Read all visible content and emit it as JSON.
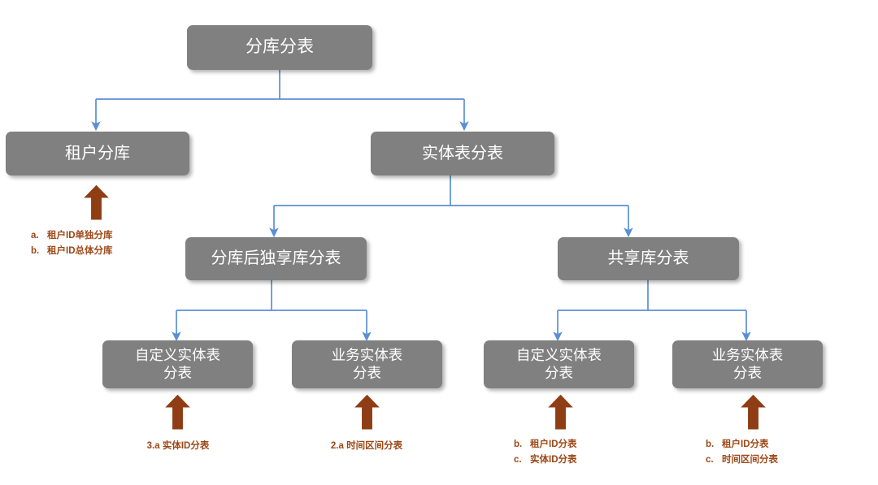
{
  "diagram": {
    "title": "分库分表",
    "colors": {
      "node_fill": "#808080",
      "node_text": "#ffffff",
      "connector": "#5B8FD4",
      "annotation": "#9C4716",
      "background": "#ffffff"
    },
    "nodes": [
      {
        "id": "root",
        "label": "分库分表",
        "level": 1
      },
      {
        "id": "tenant-db",
        "label": "租户分库",
        "level": 2
      },
      {
        "id": "entity-table",
        "label": "实体表分表",
        "level": 2
      },
      {
        "id": "dedicated-db",
        "label": "分库后独享库分表",
        "level": 3
      },
      {
        "id": "shared-db",
        "label": "共享库分表",
        "level": 3
      },
      {
        "id": "custom-left",
        "label": "自定义实体表\n分表",
        "level": 4
      },
      {
        "id": "business-left",
        "label": "业务实体表\n分表",
        "level": 4
      },
      {
        "id": "custom-right",
        "label": "自定义实体表\n分表",
        "level": 4
      },
      {
        "id": "business-right",
        "label": "业务实体表\n分表",
        "level": 4
      }
    ],
    "annotations": [
      {
        "id": "note-tenant-db",
        "target": "租户分库",
        "style": "lettered",
        "rows": [
          {
            "mark": "a.",
            "text": "租户ID单独分库"
          },
          {
            "mark": "b.",
            "text": "租户ID总体分库"
          }
        ]
      },
      {
        "id": "note-custom-left",
        "target": "自定义实体表分表",
        "style": "centered",
        "rows": [
          {
            "mark": "",
            "text": "3.a 实体ID分表"
          }
        ]
      },
      {
        "id": "note-business-left",
        "target": "业务实体表分表",
        "style": "centered",
        "rows": [
          {
            "mark": "",
            "text": "2.a 时间区间分表"
          }
        ]
      },
      {
        "id": "note-custom-right",
        "target": "自定义实体表分表",
        "style": "lettered",
        "rows": [
          {
            "mark": "b.",
            "text": "租户ID分表"
          },
          {
            "mark": "c.",
            "text": "实体ID分表"
          }
        ]
      },
      {
        "id": "note-business-right",
        "target": "业务实体表分表",
        "style": "lettered",
        "rows": [
          {
            "mark": "b.",
            "text": "租户ID分表"
          },
          {
            "mark": "c.",
            "text": "时间区间分表"
          }
        ]
      }
    ]
  }
}
